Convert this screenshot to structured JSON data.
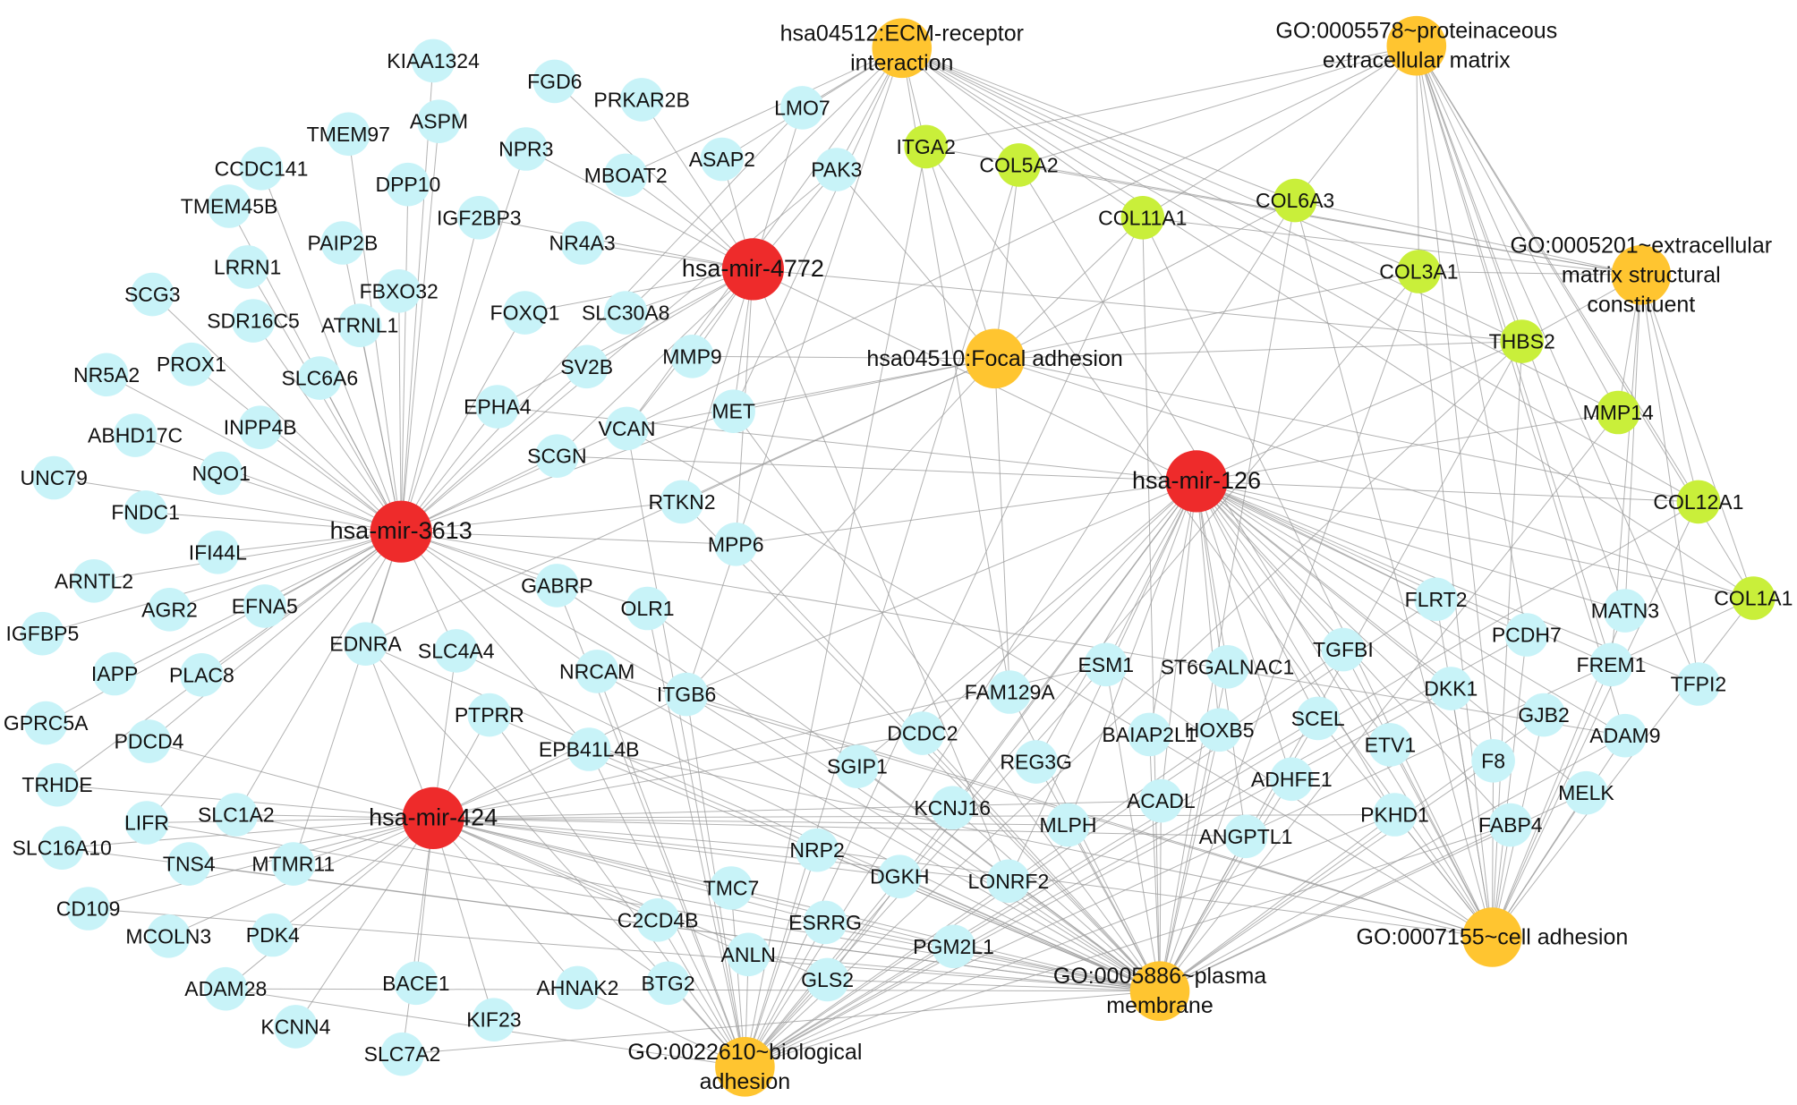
{
  "colors": {
    "gene": "#c8f3f8",
    "mirna": "#ee2b2b",
    "term": "#ffc530",
    "hub_gene": "#c9ef3a",
    "edge": "#9a9a9a"
  },
  "mirnas": [
    {
      "id": "m3613",
      "label": "hsa-mir-3613"
    },
    {
      "id": "m4772",
      "label": "hsa-mir-4772"
    },
    {
      "id": "m126",
      "label": "hsa-mir-126"
    },
    {
      "id": "m424",
      "label": "hsa-mir-424"
    }
  ],
  "terms": [
    {
      "id": "t_ecm",
      "lines": [
        "hsa04512:ECM-receptor",
        "interaction"
      ]
    },
    {
      "id": "t_prot",
      "lines": [
        "GO:0005578~proteinaceous",
        "extracellular matrix"
      ]
    },
    {
      "id": "t_struct",
      "lines": [
        "GO:0005201~extracellular",
        "matrix structural",
        "constituent"
      ]
    },
    {
      "id": "t_focal",
      "lines": [
        "hsa04510:Focal adhesion"
      ]
    },
    {
      "id": "t_cell",
      "lines": [
        "GO:0007155~cell adhesion"
      ]
    },
    {
      "id": "t_plasma",
      "lines": [
        "GO:0005886~plasma",
        "membrane"
      ]
    },
    {
      "id": "t_bio",
      "lines": [
        "GO:0022610~biological",
        "adhesion"
      ]
    }
  ],
  "hub_genes": [
    "ITGA2",
    "COL5A2",
    "COL11A1",
    "COL6A3",
    "COL3A1",
    "THBS2",
    "MMP14",
    "COL12A1",
    "COL1A1"
  ],
  "genes_3613": [
    "KIAA1324",
    "ASPM",
    "TMEM97",
    "CCDC141",
    "DPP10",
    "TMEM45B",
    "PAIP2B",
    "LRRN1",
    "FBXO32",
    "SCG3",
    "SDR16C5",
    "ATRNL1",
    "NR5A2",
    "PROX1",
    "SLC6A6",
    "ABHD17C",
    "INPP4B",
    "UNC79",
    "NQO1",
    "FNDC1",
    "IFI44L",
    "ARNTL2",
    "AGR2",
    "EFNA5",
    "IGFBP5",
    "IAPP",
    "PLAC8",
    "GPRC5A",
    "PDCD4",
    "TRHDE",
    "EDNRA",
    "SLC4A4",
    "GABRP",
    "OLR1",
    "NRCAM",
    "EPHA4",
    "SCGN",
    "FOXQ1",
    "IGF2BP3",
    "NPR3"
  ],
  "genes_4772": [
    "FGD6",
    "PRKAR2B",
    "LMO7",
    "MBOAT2",
    "ASAP2",
    "PAK3",
    "NR4A3",
    "SLC30A8",
    "SV2B",
    "MMP9",
    "MET",
    "VCAN",
    "RTKN2",
    "MPP6"
  ],
  "genes_424": [
    "SLC1A2",
    "LIFR",
    "SLC16A10",
    "TNS4",
    "MTMR11",
    "CD109",
    "MCOLN3",
    "PDK4",
    "ADAM28",
    "KCNN4",
    "SLC7A2",
    "BACE1",
    "KIF23",
    "AHNAK2",
    "BTG2",
    "ANLN",
    "C2CD4B",
    "TMC7",
    "NRP2",
    "DGKH",
    "ESRRG",
    "GLS2",
    "PGM2L1",
    "PTPRR",
    "EPB41L4B",
    "ITGB6"
  ],
  "genes_126": [
    "FLRT2",
    "MATN3",
    "PCDH7",
    "FREM1",
    "TFPI2",
    "TGFBI",
    "DKK1",
    "GJB2",
    "ADAM9",
    "ESM1",
    "ST6GALNAC1",
    "FAM129A",
    "DCDC2",
    "BAIAP2L1",
    "HOXB5",
    "SCEL",
    "ETV1",
    "F8",
    "MELK",
    "REG3G",
    "SGIP1",
    "KCNJ16",
    "MLPH",
    "ACADL",
    "ADHFE1",
    "ANGPTL1",
    "PKHD1",
    "FABP4",
    "LONRF2"
  ]
}
